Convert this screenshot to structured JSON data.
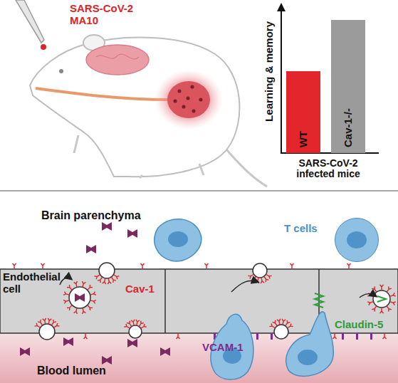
{
  "diagram": {
    "nodes": [
      {
        "text": [
          "WT"
        ]
      },
      {
        "text": [
          "Cav-1-/-"
        ]
      },
      {
        "text": [
          "Endothelial cell"
        ]
      },
      {
        "text": [
          "T cells"
        ]
      }
    ],
    "labels": [
      "SARS-CoV-2 MA10",
      "Learning & memory",
      "SARS-CoV-2 infected mice",
      "Brain parenchyma",
      "Cav-1",
      "VCAM-1",
      "Claudin-5",
      "Blood lumen"
    ]
  }
}
